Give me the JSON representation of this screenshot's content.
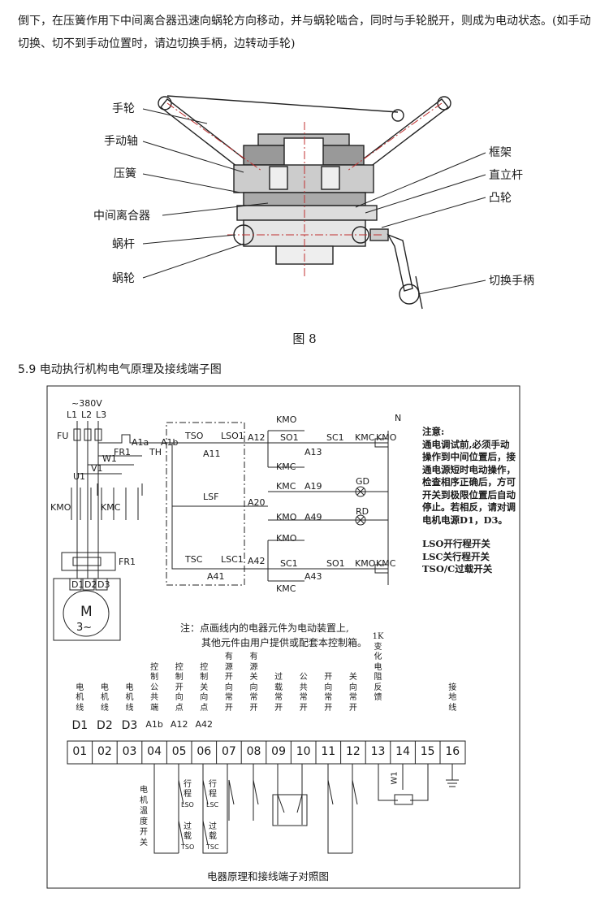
{
  "intro_text": "倒下，在压簧作用下中间离合器迅速向蜗轮方向移动，并与蜗轮啮合，同时与手轮脱开，则成为电动状态。(如手动切换、切不到手动位置时，请边切换手柄，边转动手轮)",
  "figure8": {
    "caption": "图 8",
    "labels_left": [
      "手轮",
      "手动轴",
      "压簧",
      "中间离合器",
      "蜗杆",
      "蜗轮"
    ],
    "labels_right": [
      "框架",
      "直立杆",
      "凸轮",
      "切换手柄"
    ]
  },
  "section_title": "5.9 电动执行机构电气原理及接线端子图",
  "schematic": {
    "supply": "~380V",
    "phases": [
      "L1",
      "L2",
      "L3"
    ],
    "neutral": "N",
    "component_labels": {
      "fu": "FU",
      "fr1": "FR1",
      "th": "TH",
      "w1": "W1",
      "v1": "V1",
      "u1": "U1",
      "kmo": "KMO",
      "kmc": "KMC",
      "fr1_relay": "FR1",
      "motor": "M",
      "motor_phase": "3~",
      "tso": "TSO",
      "lso1": "LSO1",
      "lsf": "LSF",
      "tsc": "TSC",
      "lsc1": "LSC1",
      "so1": "SO1",
      "sc1": "SC1",
      "gd": "GD",
      "rd": "RD"
    },
    "nodes": [
      "A1a",
      "A1b",
      "A11",
      "A12",
      "A13",
      "A19",
      "A20",
      "A49",
      "A42",
      "A41",
      "A43"
    ],
    "motor_terminals": [
      "D1",
      "D2",
      "D3"
    ],
    "coil_labels": [
      "KMC",
      "KMO",
      "KMO",
      "KMC"
    ],
    "notes_title": "注意:",
    "notes_body": "通电调试前,必须手动操作到中间位置后，接通电源短时电动操作，检查相序正确后，方可开关到极限位置后自动停止。若相反，请对调电机电源D1，D3。",
    "legend": [
      "LSO开行程开关",
      "LSC关行程开关",
      "TSO/C过载开关"
    ],
    "footnote_1": "注：点画线内的电器元件为电动装置上,",
    "footnote_2": "其他元件由用户提供或配套本控制箱。"
  },
  "terminal": {
    "headers": [
      {
        "text": "电机线",
        "code": "D1"
      },
      {
        "text": "电机线",
        "code": "D2"
      },
      {
        "text": "电机线",
        "code": "D3"
      },
      {
        "text": "控制公共端",
        "code": "A1b"
      },
      {
        "text": "控制开向点",
        "code": "A12"
      },
      {
        "text": "控制关向点",
        "code": "A42"
      },
      {
        "text": "有源开向常开",
        "code": ""
      },
      {
        "text": "有源关向常开",
        "code": ""
      },
      {
        "text": "过载常开",
        "code": ""
      },
      {
        "text": "公共常开",
        "code": ""
      },
      {
        "text": "开向常开",
        "code": ""
      },
      {
        "text": "关向常开",
        "code": ""
      },
      {
        "text": "1K变化电阻反馈",
        "code": ""
      },
      {
        "text": "",
        "code": ""
      },
      {
        "text": "",
        "code": ""
      },
      {
        "text": "接地线",
        "code": ""
      }
    ],
    "numbers": [
      "01",
      "02",
      "03",
      "04",
      "05",
      "06",
      "07",
      "08",
      "09",
      "10",
      "11",
      "12",
      "13",
      "14",
      "15",
      "16"
    ],
    "below": {
      "motor_temp_switch": "电机温度开关",
      "travel": "行程",
      "lso": "LSO",
      "lsc": "LSC",
      "overload": "过载",
      "tso": "TSO",
      "tsc": "TSC",
      "w1": "W1",
      "ground_symbol": "⏚"
    },
    "caption": "电器原理和接线端子对照图"
  }
}
